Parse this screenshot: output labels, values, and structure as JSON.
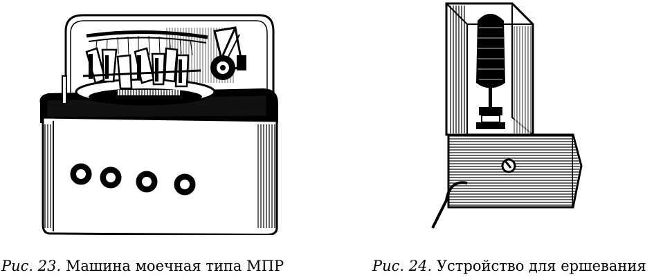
{
  "figures": [
    {
      "label": "Рис. 23.",
      "caption": "Машина моечная типа МПР"
    },
    {
      "label": "Рис. 24.",
      "caption": "Устройство для ершевания"
    }
  ]
}
